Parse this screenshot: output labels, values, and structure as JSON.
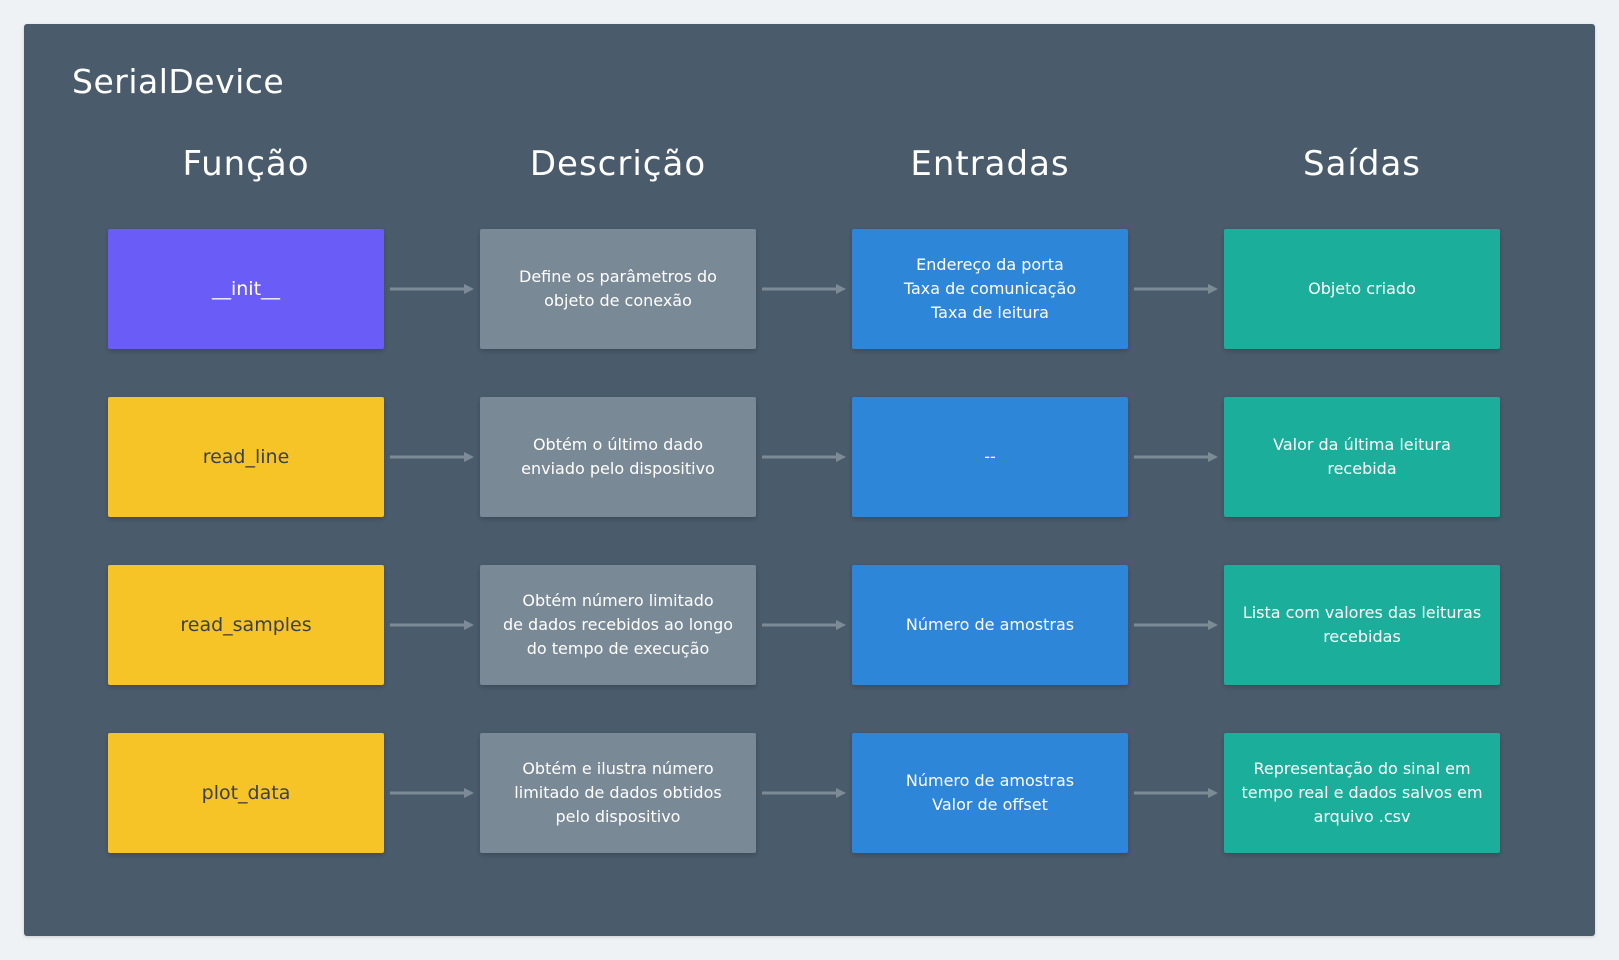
{
  "title": "SerialDevice",
  "headers": [
    "Função",
    "Descrição",
    "Entradas",
    "Saídas"
  ],
  "colors": {
    "background": "#eef2f5",
    "panel": "#4a5b6b",
    "init": "#6a5cf6",
    "function": "#f7c427",
    "function_text": "#3a3f4a",
    "description": "#7a8996",
    "inputs": "#2e86d8",
    "outputs": "#1aae9b",
    "arrow": "#7d8b97"
  },
  "rows": [
    {
      "function": "__init__",
      "description": "Define os parâmetros do\nobjeto de conexão",
      "inputs": "Endereço da porta\nTaxa de comunicação\nTaxa de leitura",
      "outputs": "Objeto criado"
    },
    {
      "function": "read_line",
      "description": "Obtém o último dado\nenviado pelo dispositivo",
      "inputs": "--",
      "outputs": "Valor da última leitura recebida"
    },
    {
      "function": "read_samples",
      "description": "Obtém número limitado\nde dados recebidos ao longo\ndo tempo de execução",
      "inputs": "Número de amostras",
      "outputs": "Lista com valores das leituras\nrecebidas"
    },
    {
      "function": "plot_data",
      "description": "Obtém e ilustra número\nlimitado de dados obtidos\npelo dispositivo",
      "inputs": "Número de amostras\nValor de offset",
      "outputs": "Representação do sinal em\ntempo real e dados salvos em\narquivo .csv"
    }
  ]
}
